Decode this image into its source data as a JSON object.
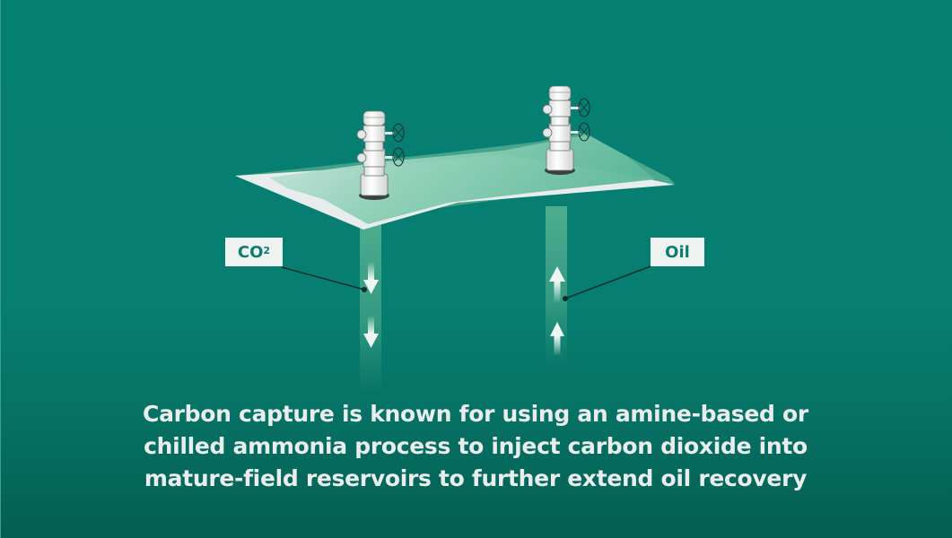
{
  "scene": {
    "title": "Carbon capture enhanced oil recovery illustration",
    "background_color": "#067f72",
    "labels": {
      "injection": {
        "text": "CO",
        "superscript": "2",
        "direction": "down"
      },
      "production": {
        "text": "Oil",
        "direction": "up"
      }
    },
    "wellheads": [
      {
        "name": "injection-wellhead"
      },
      {
        "name": "production-wellhead"
      }
    ]
  },
  "caption": {
    "lines": [
      "Carbon capture is known for using an amine-based or",
      "chilled ammonia process to inject carbon dioxide into",
      "mature-field reservoirs to further extend oil recovery"
    ]
  }
}
